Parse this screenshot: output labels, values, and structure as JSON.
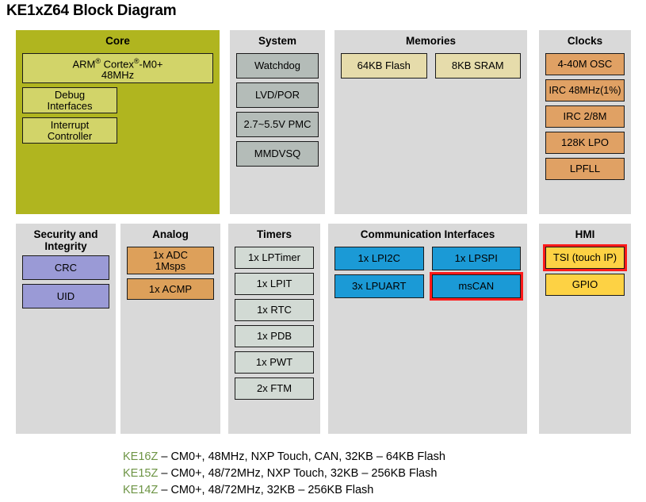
{
  "title": "KE1xZ64 Block Diagram",
  "colors": {
    "core_panel": "#b0b51f",
    "panel_bg": "#d9d9d9",
    "highlight": "#ff1a1a",
    "part_number": "#6d9444",
    "core_block": "#d2d469",
    "system_block": "#b4bcb8",
    "memory_block": "#e6dcab",
    "clock_block": "#e0a164",
    "security_block": "#9a9ad6",
    "analog_block": "#dda05a",
    "timer_block": "#d2dad4",
    "comm_block": "#1b9ad6",
    "hmi_block": "#fdd244"
  },
  "panels": {
    "core": {
      "title": "Core",
      "cpu": {
        "line1_pre": "ARM",
        "line1_sup1": "®",
        "line1_mid": " Cortex",
        "line1_sup2": "®",
        "line1_post": "-M0+",
        "line2": "48MHz"
      },
      "blocks": [
        {
          "line1": "Debug",
          "line2": "Interfaces"
        },
        {
          "line1": "Interrupt",
          "line2": "Controller"
        }
      ]
    },
    "system": {
      "title": "System",
      "blocks": [
        {
          "label": "Watchdog"
        },
        {
          "label": "LVD/POR"
        },
        {
          "label": "2.7~5.5V PMC"
        },
        {
          "label": "MMDVSQ"
        }
      ]
    },
    "memories": {
      "title": "Memories",
      "blocks": [
        {
          "label": "64KB Flash"
        },
        {
          "label": "8KB SRAM"
        }
      ]
    },
    "clocks": {
      "title": "Clocks",
      "blocks": [
        {
          "label": "4-40M OSC"
        },
        {
          "label": "IRC 48MHz(1%)"
        },
        {
          "label": "IRC 2/8M"
        },
        {
          "label": "128K LPO"
        },
        {
          "label": "LPFLL"
        }
      ]
    },
    "security": {
      "title_line1": "Security and",
      "title_line2": "Integrity",
      "blocks": [
        {
          "label": "CRC"
        },
        {
          "label": "UID"
        }
      ]
    },
    "analog": {
      "title": "Analog",
      "blocks": [
        {
          "line1": "1x ADC",
          "line2": "1Msps"
        },
        {
          "line1": "1x ACMP",
          "line2": ""
        }
      ]
    },
    "timers": {
      "title": "Timers",
      "blocks": [
        {
          "label": "1x LPTimer"
        },
        {
          "label": "1x LPIT"
        },
        {
          "label": "1x RTC"
        },
        {
          "label": "1x PDB"
        },
        {
          "label": "1x PWT"
        },
        {
          "label": "2x FTM"
        }
      ]
    },
    "communication": {
      "title": "Communication Interfaces",
      "blocks": [
        {
          "label": "1x LPI2C",
          "highlighted": false
        },
        {
          "label": "1x LPSPI",
          "highlighted": false
        },
        {
          "label": "3x LPUART",
          "highlighted": false
        },
        {
          "label": "msCAN",
          "highlighted": true
        }
      ]
    },
    "hmi": {
      "title": "HMI",
      "blocks": [
        {
          "label": "TSI (touch IP)",
          "highlighted": true
        },
        {
          "label": "GPIO",
          "highlighted": false
        }
      ]
    }
  },
  "footer": {
    "lines": [
      {
        "part": "KE16Z",
        "desc": " – CM0+, 48MHz, NXP Touch, CAN, 32KB – 64KB Flash"
      },
      {
        "part": "KE15Z",
        "desc": " – CM0+, 48/72MHz,  NXP Touch, 32KB – 256KB Flash"
      },
      {
        "part": "KE14Z",
        "desc": " – CM0+, 48/72MHz, 32KB – 256KB Flash"
      }
    ]
  }
}
